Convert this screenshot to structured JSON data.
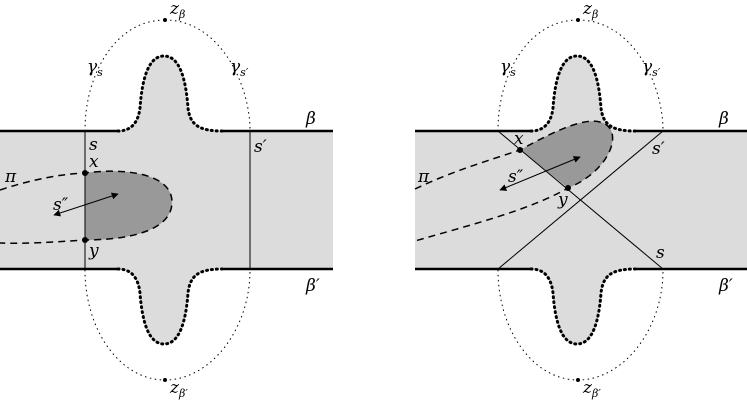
{
  "left_panel": {
    "labels": {
      "z_top": {
        "base": "z",
        "sub": "β"
      },
      "gamma_s": {
        "base": "γ",
        "sub": "s"
      },
      "gamma_s_prime": {
        "base": "γ",
        "sub": "s′"
      },
      "s": "s",
      "s_prime": "s′",
      "beta": "β",
      "beta_prime": "β′",
      "x": "x",
      "y": "y",
      "pi": "π",
      "s_double_prime": "s″",
      "z_bottom": {
        "base": "z",
        "sub": "β′"
      }
    }
  },
  "right_panel": {
    "labels": {
      "z_top": {
        "base": "z",
        "sub": "β"
      },
      "gamma_s": {
        "base": "γ",
        "sub": "s"
      },
      "gamma_s_prime": {
        "base": "γ",
        "sub": "s′"
      },
      "x": "x",
      "s_prime": "s′",
      "beta": "β",
      "pi": "π",
      "s_double_prime": "s″",
      "y": "y",
      "s": "s",
      "beta_prime": "β′",
      "z_bottom": {
        "base": "z",
        "sub": "β′"
      }
    }
  },
  "colors": {
    "light_fill": "#dcdcdc",
    "dark_fill": "#999999",
    "stroke": "#000000"
  }
}
